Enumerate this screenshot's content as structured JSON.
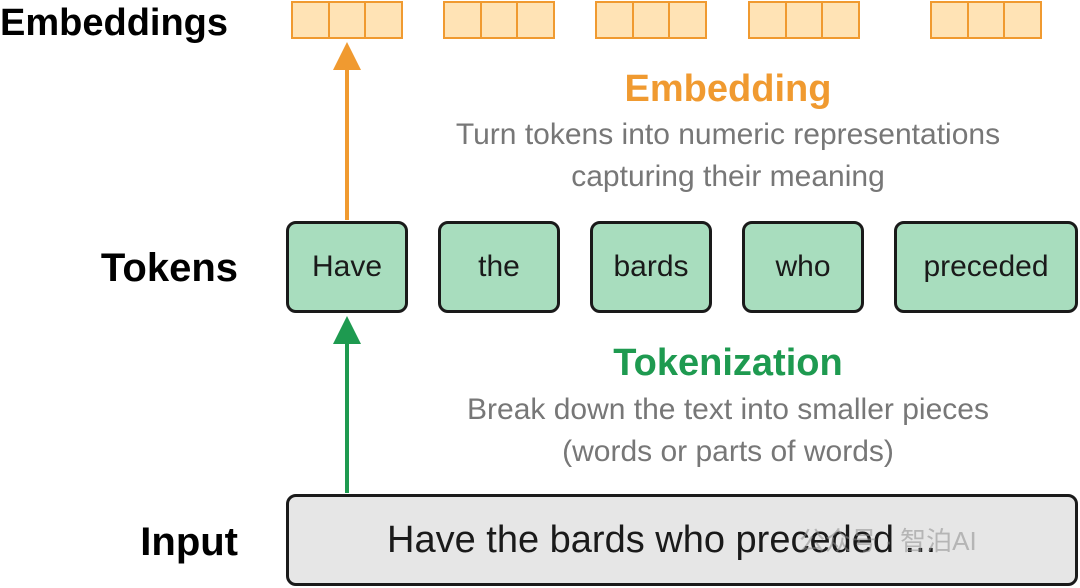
{
  "labels": {
    "embeddings": "Embeddings",
    "tokens": "Tokens",
    "input": "Input"
  },
  "embedding_step": {
    "title": "Embedding",
    "description_line1": "Turn tokens into numeric representations",
    "description_line2": "capturing their meaning"
  },
  "tokenization_step": {
    "title": "Tokenization",
    "description_line1": "Break down the text into smaller pieces",
    "description_line2": "(words or parts of words)"
  },
  "tokens": [
    "Have",
    "the",
    "bards",
    "who",
    "preceded"
  ],
  "input": {
    "text": "Have the bards who preceded ..."
  },
  "watermark": "公众号 · 智泊AI",
  "colors": {
    "embedding_orange": "#F09A30",
    "embedding_fill": "#FFE3B5",
    "token_green_fill": "#A8DDBE",
    "tokenization_green": "#1E9A50",
    "input_fill": "#E6E6E6",
    "desc_gray": "#777777"
  }
}
